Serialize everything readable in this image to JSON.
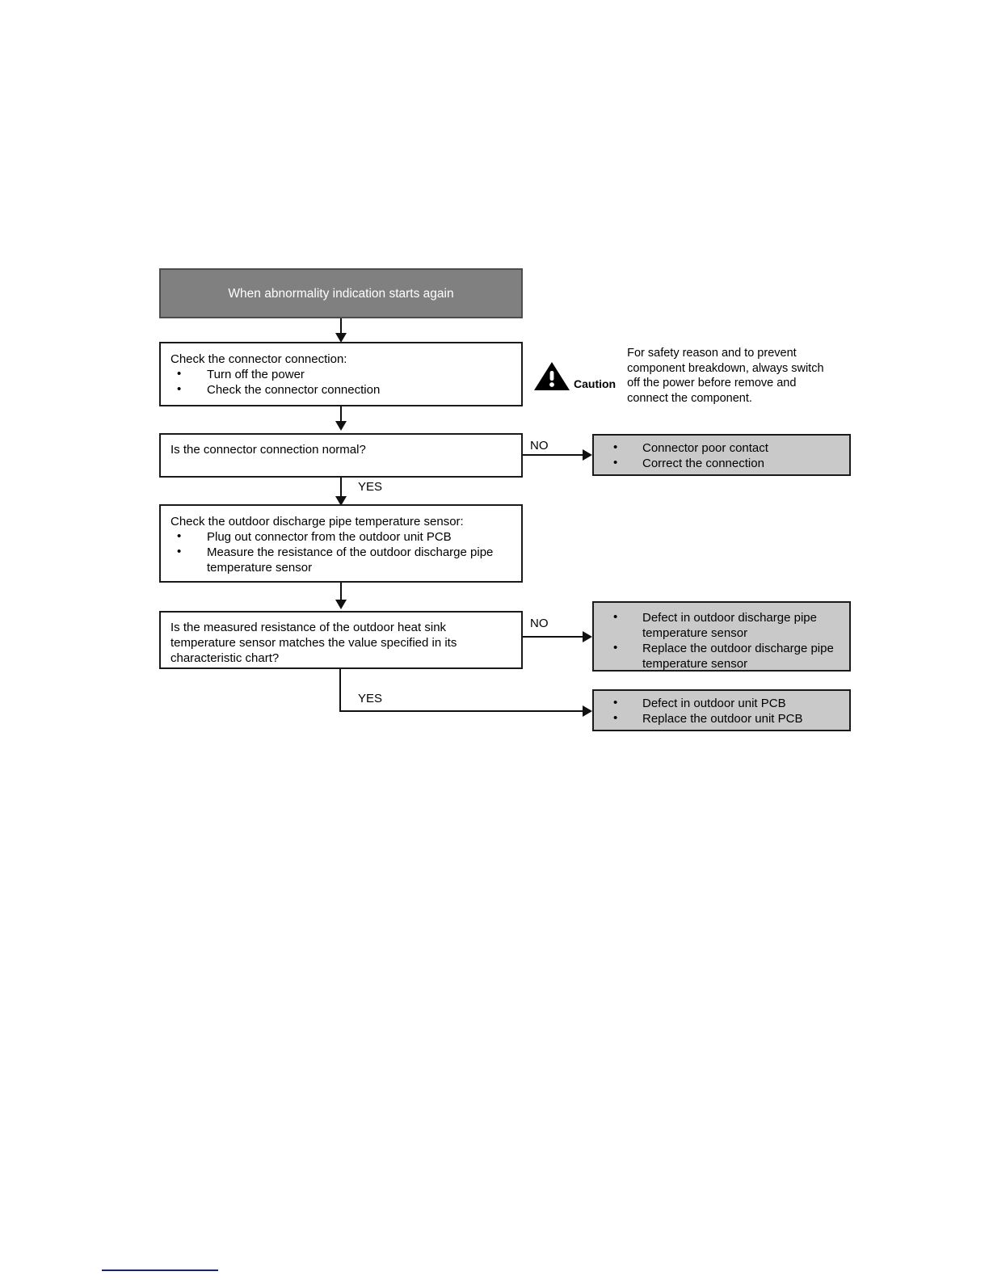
{
  "diagram": {
    "title_box": {
      "text": "When abnormality indication starts again"
    },
    "step_check_connector": {
      "title": "Check the connector connection:",
      "bullets": [
        "Turn off the power",
        "Check the connector connection"
      ]
    },
    "caution": {
      "icon": "warning-triangle-icon",
      "label": "Caution",
      "text": "For safety reason and to prevent component breakdown, always switch off the power before remove and connect the component."
    },
    "decision_connector": {
      "question": "Is the connector connection normal?",
      "no_label": "NO",
      "yes_label": "YES"
    },
    "result_connector_fault": {
      "bullets": [
        "Connector poor contact",
        "Correct the connection"
      ]
    },
    "step_check_sensor": {
      "title": "Check the outdoor discharge pipe temperature sensor:",
      "bullets": [
        "Plug out connector from the outdoor unit PCB",
        "Measure the resistance of the outdoor discharge pipe temperature sensor"
      ]
    },
    "decision_resistance": {
      "question": "Is the measured resistance of the outdoor heat sink temperature sensor matches the value specified in its characteristic chart?",
      "no_label": "NO",
      "yes_label": "YES"
    },
    "result_sensor_defect": {
      "bullets": [
        "Defect in outdoor discharge pipe temperature sensor",
        "Replace the outdoor discharge pipe temperature sensor"
      ]
    },
    "result_pcb_defect": {
      "bullets": [
        "Defect in outdoor unit PCB",
        "Replace the outdoor unit PCB"
      ]
    },
    "colors": {
      "header_fill": "#808080",
      "result_fill": "#c9c9c9",
      "line": "#111111",
      "footer_rule": "#11228c"
    }
  }
}
